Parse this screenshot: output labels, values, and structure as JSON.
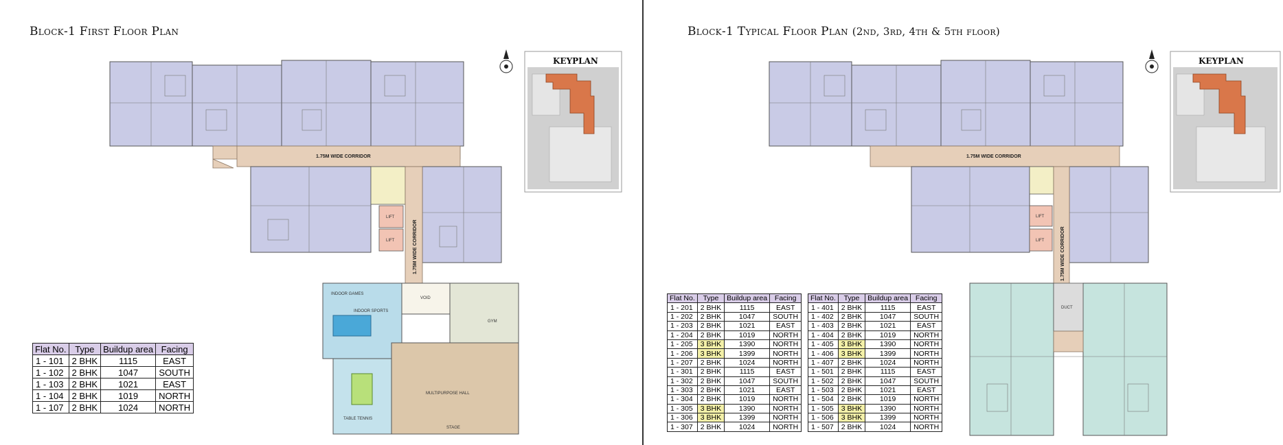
{
  "left_panel": {
    "title": "Block-1 First Floor Plan",
    "keyplan_label": "KEYPLAN",
    "plan_labels": {
      "corridor_h": "1.75M WIDE CORRIDOR",
      "corridor_v": "1.75M WIDE CORRIDOR",
      "lift1": "LIFT",
      "lift2": "LIFT",
      "indoor_sports": "INDOOR SPORTS",
      "indoor_games": "INDOOR GAMES",
      "table_tennis": "TABLE TENNIS",
      "multipurpose": "MULTIPURPOSE HALL",
      "stage": "STAGE",
      "gym": "GYM",
      "void": "VOID"
    },
    "table": {
      "headers": [
        "Flat No.",
        "Type",
        "Buildup area",
        "Facing"
      ],
      "rows": [
        [
          "1 - 101",
          "2 BHK",
          "1115",
          "EAST"
        ],
        [
          "1 - 102",
          "2 BHK",
          "1047",
          "SOUTH"
        ],
        [
          "1 - 103",
          "2 BHK",
          "1021",
          "EAST"
        ],
        [
          "1 - 104",
          "2 BHK",
          "1019",
          "NORTH"
        ],
        [
          "1 - 107",
          "2 BHK",
          "1024",
          "NORTH"
        ]
      ]
    }
  },
  "right_panel": {
    "title": "Block-1 Typical Floor Plan",
    "title_suffix": "(2nd, 3rd, 4th & 5th floor)",
    "keyplan_label": "KEYPLAN",
    "plan_labels": {
      "corridor_h": "1.75M WIDE CORRIDOR",
      "corridor_v": "1.75M WIDE CORRIDOR",
      "lift1": "LIFT",
      "lift2": "LIFT",
      "duct": "DUCT"
    },
    "table_a": {
      "headers": [
        "Flat No.",
        "Type",
        "Buildup area",
        "Facing"
      ],
      "rows": [
        [
          "1 - 201",
          "2 BHK",
          "1115",
          "EAST"
        ],
        [
          "1 - 202",
          "2 BHK",
          "1047",
          "SOUTH"
        ],
        [
          "1 - 203",
          "2 BHK",
          "1021",
          "EAST"
        ],
        [
          "1 - 204",
          "2 BHK",
          "1019",
          "NORTH"
        ],
        [
          "1 - 205",
          "3 BHK",
          "1390",
          "NORTH"
        ],
        [
          "1 - 206",
          "3 BHK",
          "1399",
          "NORTH"
        ],
        [
          "1 - 207",
          "2 BHK",
          "1024",
          "NORTH"
        ],
        [
          "1 - 301",
          "2 BHK",
          "1115",
          "EAST"
        ],
        [
          "1 - 302",
          "2 BHK",
          "1047",
          "SOUTH"
        ],
        [
          "1 - 303",
          "2 BHK",
          "1021",
          "EAST"
        ],
        [
          "1 - 304",
          "2 BHK",
          "1019",
          "NORTH"
        ],
        [
          "1 - 305",
          "3 BHK",
          "1390",
          "NORTH"
        ],
        [
          "1 - 306",
          "3 BHK",
          "1399",
          "NORTH"
        ],
        [
          "1 - 307",
          "2 BHK",
          "1024",
          "NORTH"
        ]
      ]
    },
    "table_b": {
      "headers": [
        "Flat No.",
        "Type",
        "Buildup area",
        "Facing"
      ],
      "rows": [
        [
          "1 - 401",
          "2 BHK",
          "1115",
          "EAST"
        ],
        [
          "1 - 402",
          "2 BHK",
          "1047",
          "SOUTH"
        ],
        [
          "1 - 403",
          "2 BHK",
          "1021",
          "EAST"
        ],
        [
          "1 - 404",
          "2 BHK",
          "1019",
          "NORTH"
        ],
        [
          "1 - 405",
          "3 BHK",
          "1390",
          "NORTH"
        ],
        [
          "1 - 406",
          "3 BHK",
          "1399",
          "NORTH"
        ],
        [
          "1 - 407",
          "2 BHK",
          "1024",
          "NORTH"
        ],
        [
          "1 - 501",
          "2 BHK",
          "1115",
          "EAST"
        ],
        [
          "1 - 502",
          "2 BHK",
          "1047",
          "SOUTH"
        ],
        [
          "1 - 503",
          "2 BHK",
          "1021",
          "EAST"
        ],
        [
          "1 - 504",
          "2 BHK",
          "1019",
          "NORTH"
        ],
        [
          "1 - 505",
          "3 BHK",
          "1390",
          "NORTH"
        ],
        [
          "1 - 506",
          "3 BHK",
          "1399",
          "NORTH"
        ],
        [
          "1 - 507",
          "2 BHK",
          "1024",
          "NORTH"
        ]
      ]
    }
  },
  "colors": {
    "apartment": "#c9cbe6",
    "corridor": "#e6cfb9",
    "lift": "#f2c4b4",
    "stair": "#f3efc6",
    "pool_room": "#b9dcea",
    "hall": "#dcc7aa",
    "gym_room": "#e3e6d6",
    "threebhk": "#c6e4de",
    "keyplan_block": "#d9774a",
    "keyplan_bg": "#d0d0d0"
  }
}
